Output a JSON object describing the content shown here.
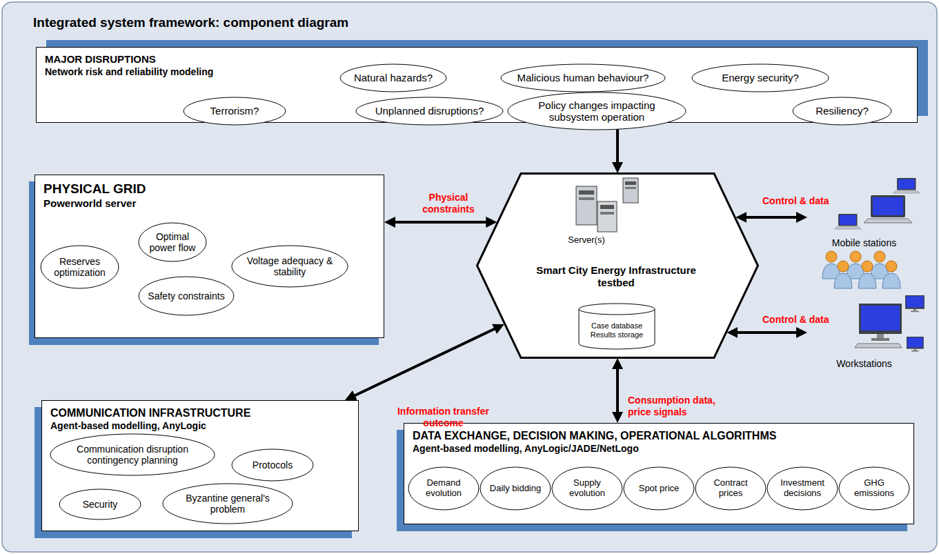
{
  "diagram": {
    "title": "Integrated system framework: component diagram",
    "nodes": [
      {
        "text": [
          "MAJOR DISRUPTIONS",
          "Network risk and reliability modeling"
        ]
      },
      {
        "text": [
          "Natural hazards?"
        ],
        "in": 0
      },
      {
        "text": [
          "Malicious human behaviour?"
        ],
        "in": 0
      },
      {
        "text": [
          "Energy security?"
        ],
        "in": 0
      },
      {
        "text": [
          "Terrorism?"
        ],
        "in": 0
      },
      {
        "text": [
          "Unplanned disruptions?"
        ],
        "in": 0
      },
      {
        "text": [
          "Policy changes impacting subsystem operation"
        ],
        "in": 0
      },
      {
        "text": [
          "Resiliency?"
        ],
        "in": 0
      },
      {
        "text": [
          "PHYSICAL GRID",
          "Powerworld server"
        ]
      },
      {
        "text": [
          "Optimal power flow"
        ],
        "in": 8
      },
      {
        "text": [
          "Reserves optimization"
        ],
        "in": 8
      },
      {
        "text": [
          "Voltage adequacy & stability"
        ],
        "in": 8
      },
      {
        "text": [
          "Safety constraints"
        ],
        "in": 8
      },
      {
        "text": [
          "Server(s)",
          "Smart City Energy Infrastructure testbed"
        ]
      },
      {
        "text": [
          "Case database Results storage"
        ],
        "in": 13
      },
      {
        "text": [
          "Mobile stations"
        ]
      },
      {
        "text": [
          "Workstations"
        ]
      },
      {
        "text": [
          "COMMUNICATION INFRASTRUCTURE",
          "Agent-based modelling, AnyLogic"
        ]
      },
      {
        "text": [
          "Communication disruption contingency planning"
        ],
        "in": 17
      },
      {
        "text": [
          "Protocols"
        ],
        "in": 17
      },
      {
        "text": [
          "Security"
        ],
        "in": 17
      },
      {
        "text": [
          "Byzantine general's problem"
        ],
        "in": 17
      },
      {
        "text": [
          "DATA EXCHANGE, DECISION MAKING, OPERATIONAL ALGORITHMS",
          "Agent-based modelling, AnyLogic/JADE/NetLogo"
        ]
      },
      {
        "text": [
          "Demand evolution"
        ],
        "in": 22
      },
      {
        "text": [
          "Daily bidding"
        ],
        "in": 22
      },
      {
        "text": [
          "Supply evolution"
        ],
        "in": 22
      },
      {
        "text": [
          "Spot price"
        ],
        "in": 22
      },
      {
        "text": [
          "Contract prices"
        ],
        "in": 22
      },
      {
        "text": [
          "Investment decisions"
        ],
        "in": 22
      },
      {
        "text": [
          "GHG emissions"
        ],
        "in": 22
      }
    ],
    "edges": [
      {
        "from": 0,
        "to": 13,
        "arrow": "to"
      },
      {
        "from": 8,
        "to": 13,
        "label": "Physical constraints",
        "arrow": "both"
      },
      {
        "from": 13,
        "to": 15,
        "label": "Control & data",
        "arrow": "both"
      },
      {
        "from": 13,
        "to": 16,
        "label": "Control & data",
        "arrow": "both"
      },
      {
        "from": 13,
        "to": 17,
        "label": "Information transfer outcome",
        "arrow": "both"
      },
      {
        "from": 13,
        "to": 22,
        "label": "Consumption data, price signals",
        "arrow": "both"
      }
    ]
  }
}
